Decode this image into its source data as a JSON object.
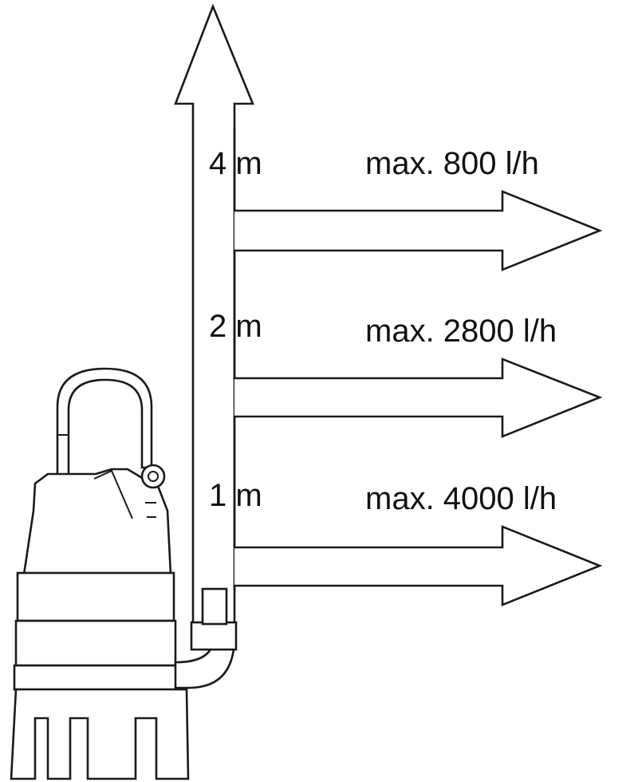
{
  "levels": [
    {
      "height": "4 m",
      "flow": "max. 800 l/h"
    },
    {
      "height": "2 m",
      "flow": "max. 2800 l/h"
    },
    {
      "height": "1 m",
      "flow": "max. 4000 l/h"
    }
  ]
}
